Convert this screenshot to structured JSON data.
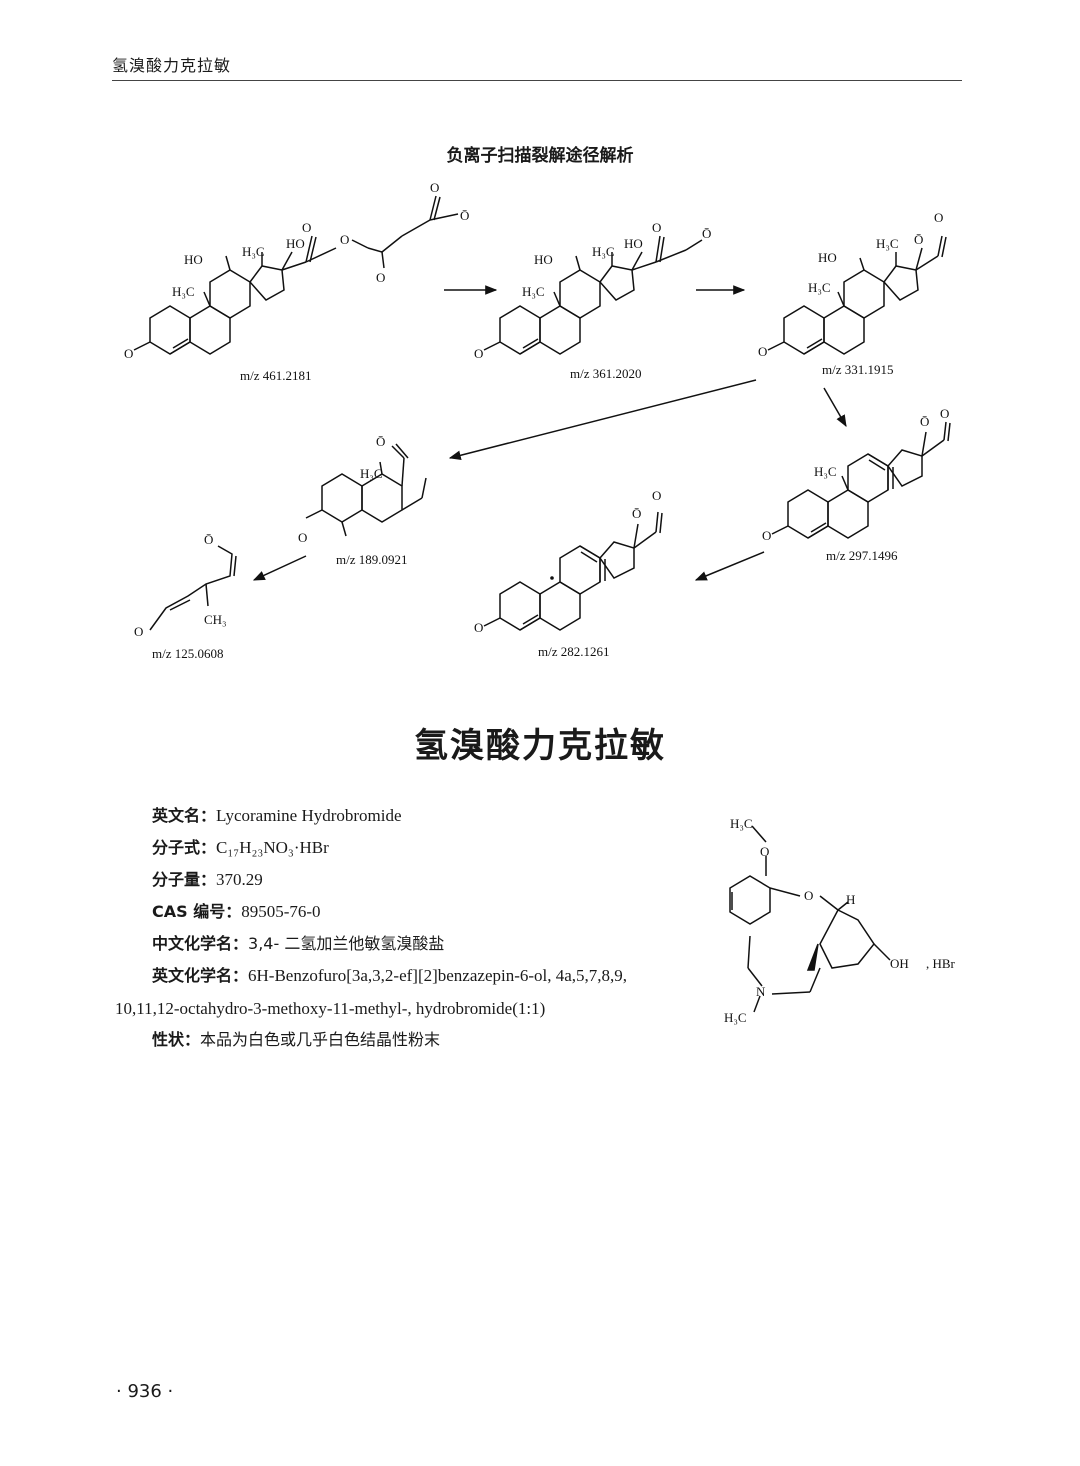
{
  "running_head": "氢溴酸力克拉敏",
  "scheme_title": "负离子扫描裂解途径解析",
  "labels": {
    "HO": "HO",
    "OH": "OH",
    "O": "O",
    "O_minus": "Ō",
    "H3C": "H₃C",
    "CH3": "CH₃",
    "H": "H",
    "N": "N"
  },
  "fragments": [
    {
      "mz": "m/z 461.2181"
    },
    {
      "mz": "m/z 361.2020"
    },
    {
      "mz": "m/z 331.1915"
    },
    {
      "mz": "m/z 297.1496"
    },
    {
      "mz": "m/z 282.1261"
    },
    {
      "mz": "m/z 189.0921"
    },
    {
      "mz": "m/z 125.0608"
    }
  ],
  "monograph_title": "氢溴酸力克拉敏",
  "fields": {
    "english_name_label": "英文名：",
    "english_name": "Lycoramine Hydrobromide",
    "formula_label": "分子式：",
    "formula": "C₁₇H₂₃NO₃·HBr",
    "mw_label": "分子量：",
    "mw": "370.29",
    "cas_label": "CAS 编号：",
    "cas": "89505-76-0",
    "cn_chem_label": "中文化学名：",
    "cn_chem": "3,4- 二氢加兰他敏氢溴酸盐",
    "en_chem_label": "英文化学名：",
    "en_chem_line1": "6H-Benzofuro[3a,3,2-ef][2]benzazepin-6-ol, 4a,5,7,8,9,",
    "en_chem_line2": "10,11,12-octahydro-3-methoxy-11-methyl-, hydrobromide(1:1)",
    "description_label": "性状：",
    "description": "本品为白色或几乎白色结晶性粉末"
  },
  "structure_salt": ", HBr",
  "page_number": "· 936 ·"
}
